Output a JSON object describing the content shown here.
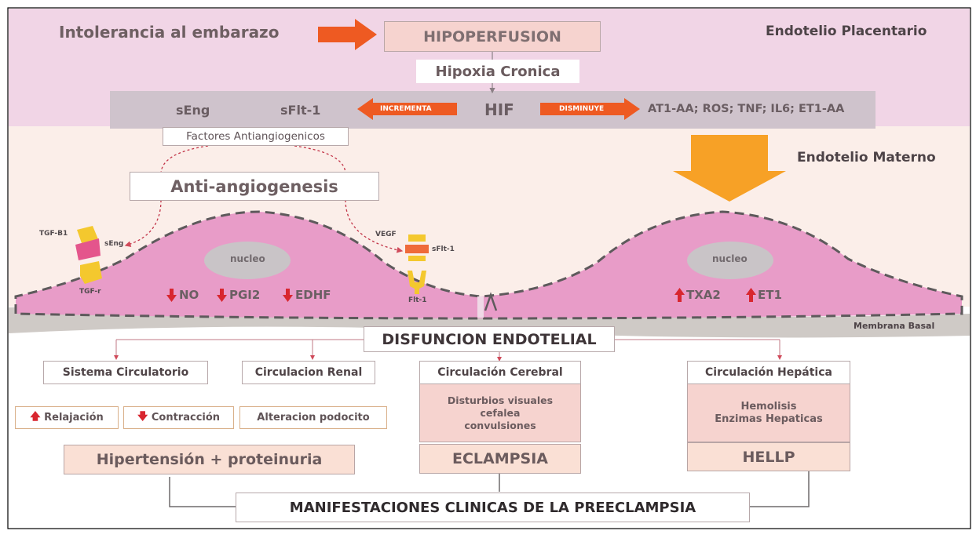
{
  "colors": {
    "placental_band": "#f1d5e6",
    "maternal_band": "#fbeee9",
    "grey_band": "#cfc3cc",
    "cell_fill": "#e89cc8",
    "arrow_orange": "#ee5a22",
    "big_arrow": "#f7a126",
    "up_down_red": "#d8262f",
    "nucleus": "#c9c4c7"
  },
  "top": {
    "intolerancia": "Intolerancia al embarazo",
    "hipoperfusion": "HIPOPERFUSION",
    "endotelio_placentario": "Endotelio Placentario",
    "hipoxia": "Hipoxia Cronica",
    "seng": "sEng",
    "sflt1": "sFlt-1",
    "incrementa": "INCREMENTA",
    "hif": "HIF",
    "disminuye": "DISMINUYE",
    "factores_list": "AT1-AA; ROS; TNF; IL6; ET1-AA"
  },
  "middle": {
    "factores_antiangiogenicos": "Factores Antiangiogenicos",
    "endotelio_materno": "Endotelio Materno",
    "anti_angiogenesis": "Anti-angiogenesis"
  },
  "cells": {
    "tgfb1": "TGF-B1",
    "seng_small": "sEng",
    "tgfr": "TGF-r",
    "vegf": "VEGF",
    "sflt1_small": "sFlt-1",
    "flt1": "Flt-1",
    "nucleo_left": "nucleo",
    "nucleo_right": "nucleo",
    "no": "NO",
    "pgi2": "PGI2",
    "edhf": "EDHF",
    "txa2": "TXA2",
    "et1": "ET1",
    "membrana_basal": "Membrana Basal"
  },
  "bottom": {
    "disfuncion": "DISFUNCION ENDOTELIAL",
    "sistema_circulatorio": "Sistema Circulatorio",
    "circulacion_renal": "Circulacion Renal",
    "circulacion_cerebral": "Circulación Cerebral",
    "circulacion_hepatica": "Circulación Hepática",
    "relajacion": "Relajación",
    "contraccion": "Contracción",
    "alteracion_podocito": "Alteracion podocito",
    "cerebral_effects": [
      "Disturbios visuales",
      "cefalea",
      "convulsiones"
    ],
    "hepatic_effects": [
      "Hemolisis",
      "Enzimas Hepaticas"
    ],
    "hipertension": "Hipertensión + proteinuria",
    "eclampsia": "ECLAMPSIA",
    "hellp": "HELLP",
    "manifestaciones": "MANIFESTACIONES CLINICAS DE LA PREECLAMPSIA"
  }
}
